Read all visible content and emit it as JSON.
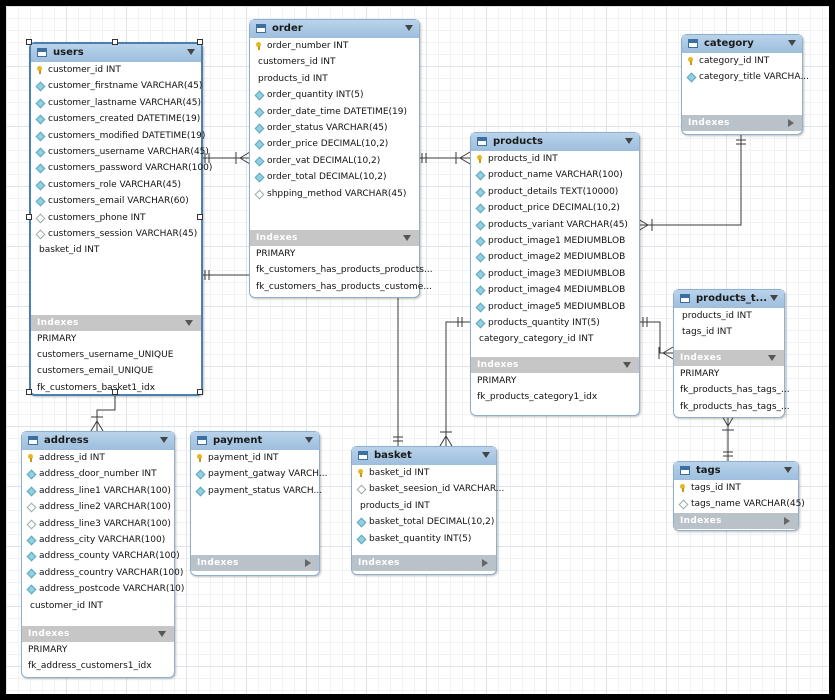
{
  "labels": {
    "indexes": "Indexes"
  },
  "tables": {
    "users": {
      "title": "users",
      "columns": [
        "customer_id INT",
        "customer_firstname VARCHAR(45)",
        "customer_lastname VARCHAR(45)",
        "customers_created DATETIME(19)",
        "customers_modified DATETIME(19)",
        "customers_username VARCHAR(45)",
        "customers_password VARCHAR(100)",
        "customers_role VARCHAR(45)",
        "customers_email VARCHAR(60)",
        "customers_phone INT",
        "customers_session VARCHAR(45)",
        "basket_id INT"
      ],
      "indexes": [
        "PRIMARY",
        "customers_username_UNIQUE",
        "customers_email_UNIQUE",
        "fk_customers_basket1_idx"
      ]
    },
    "order": {
      "title": "order",
      "columns": [
        "order_number INT",
        "customers_id INT",
        "products_id INT",
        "order_quantity INT(5)",
        "order_date_time DATETIME(19)",
        "order_status VARCHAR(45)",
        "order_price DECIMAL(10,2)",
        "order_vat DECIMAL(10,2)",
        "order_total DECIMAL(10,2)",
        "shpping_method VARCHAR(45)"
      ],
      "indexes": [
        "PRIMARY",
        "fk_customers_has_products_products...",
        "fk_customers_has_products_custome..."
      ]
    },
    "category": {
      "title": "category",
      "columns": [
        "category_id INT",
        "category_title VARCHA..."
      ]
    },
    "products": {
      "title": "products",
      "columns": [
        "products_id INT",
        "product_name VARCHAR(100)",
        "product_details TEXT(10000)",
        "product_price DECIMAL(10,2)",
        "products_variant VARCHAR(45)",
        "product_image1 MEDIUMBLOB",
        "product_image2 MEDIUMBLOB",
        "product_image3 MEDIUMBLOB",
        "product_image4 MEDIUMBLOB",
        "product_image5 MEDIUMBLOB",
        "products_quantity INT(5)",
        "category_category_id INT"
      ],
      "indexes": [
        "PRIMARY",
        "fk_products_category1_idx"
      ]
    },
    "products_tags": {
      "title": "products_t...",
      "columns": [
        "products_id INT",
        "tags_id INT"
      ],
      "indexes": [
        "PRIMARY",
        "fk_products_has_tags_...",
        "fk_products_has_tags_..."
      ]
    },
    "address": {
      "title": "address",
      "columns": [
        "address_id INT",
        "address_door_number INT",
        "address_line1 VARCHAR(100)",
        "address_line2 VARCHAR(100)",
        "address_line3 VARCHAR(100)",
        "address_city VARCHAR(100)",
        "address_county VARCHAR(100)",
        "address_country VARCHAR(100)",
        "address_postcode VARCHAR(10)",
        "customer_id INT"
      ],
      "indexes": [
        "PRIMARY",
        "fk_address_customers1_idx"
      ]
    },
    "payment": {
      "title": "payment",
      "columns": [
        "payment_id INT",
        "payment_gatway VARCH...",
        "payment_status VARCH..."
      ]
    },
    "basket": {
      "title": "basket",
      "columns": [
        "basket_id INT",
        "basket_seesion_id VARCHAR...",
        "products_id INT",
        "basket_total DECIMAL(10,2)",
        "basket_quantity INT(5)"
      ]
    },
    "tags": {
      "title": "tags",
      "columns": [
        "tags_id INT",
        "tags_name VARCHAR(45)"
      ]
    }
  }
}
